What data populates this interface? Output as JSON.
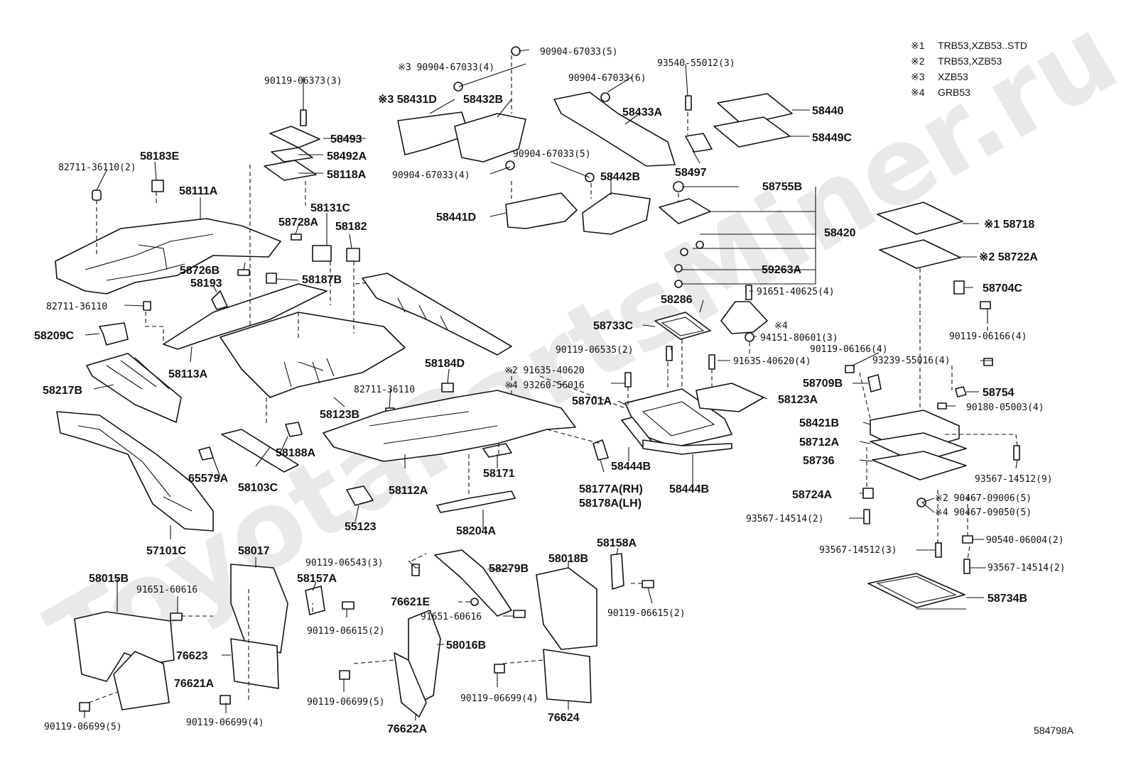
{
  "watermark": "ToyotaPartsMiner.ru",
  "figure_code": "584798A",
  "notes": [
    {
      "mark": "※1",
      "text": "TRB53,XZB53..STD"
    },
    {
      "mark": "※2",
      "text": "TRB53,XZB53"
    },
    {
      "mark": "※3",
      "text": "XZB53"
    },
    {
      "mark": "※4",
      "text": "GRB53"
    }
  ],
  "labels": {
    "l58111A": "58111A",
    "l58183E": "58183E",
    "l82711_2": "82711-36110(2)",
    "l90119_06373": "90119-06373(3)",
    "l58493": "58493",
    "l58492A": "58492A",
    "l58118A": "58118A",
    "l58431D": "※3 58431D",
    "l58432B": "58432B",
    "l90904_top": "90904-67033(5)",
    "l90904_3_4": "※3 90904-67033(4)",
    "l90904_6": "90904-67033(6)",
    "l93540": "93540-55012(3)",
    "l58433A": "58433A",
    "l58440": "58440",
    "l58449C": "58449C",
    "l90904_5b": "90904-67033(5)",
    "l90904_4b": "90904-67033(4)",
    "l58442B": "58442B",
    "l58497": "58497",
    "l58755B": "58755B",
    "l58441D": "58441D",
    "l58420": "58420",
    "l58718": "※1 58718",
    "l58722A": "※2 58722A",
    "l58131C": "58131C",
    "l58728A": "58728A",
    "l58182": "58182",
    "l58726B": "58726B",
    "l58187B": "58187B",
    "l58193": "58193",
    "l59263A": "59263A",
    "l82711_b": "82711-36110",
    "l58209C": "58209C",
    "l58113A": "58113A",
    "l58217B": "58217B",
    "l58286": "58286",
    "l91651_40625": "91651-40625(4)",
    "l58704C": "58704C",
    "l58733C": "58733C",
    "l94151_mark": "※4",
    "l94151": "94151-80601(3)",
    "l90119_06166_a": "90119-06166(4)",
    "l90119_06535": "90119-06535(2)",
    "l90119_06166_b": "90119-06166(4)",
    "l58184D": "58184D",
    "l91635_40620_2": "※2 91635-40620",
    "l91635_40620_4": "91635-40620(4)",
    "l93239": "93239-55016(4)",
    "l93260": "※4 93260-56016",
    "l58709B": "58709B",
    "l82711_c": "82711-36110",
    "l58701A": "58701A",
    "l58123A": "58123A",
    "l58754": "58754",
    "l58123B": "58123B",
    "l90180": "90180-05003(4)",
    "l58421B": "58421B",
    "l58712A": "58712A",
    "l58188A": "58188A",
    "l58736": "58736",
    "l58444B_a": "58444B",
    "l65579A": "65579A",
    "l58103C": "58103C",
    "l58171": "58171",
    "l58112A": "58112A",
    "l58177A": "58177A(RH)",
    "l58178A": "58178A(LH)",
    "l58444B_b": "58444B",
    "l93567_14512_9": "93567-14512(9)",
    "l58724A": "58724A",
    "l90467_09006": "※2 90467-09006(5)",
    "l90467_09050": "※4 90467-09050(5)",
    "l93567_14514_2a": "93567-14514(2)",
    "l55123": "55123",
    "l58204A": "58204A",
    "l57101C": "57101C",
    "l90540": "90540-06004(2)",
    "l93567_14512_3": "93567-14512(3)",
    "l93567_14514_2b": "93567-14514(2)",
    "l58017": "58017",
    "l90119_06543": "90119-06543(3)",
    "l58158A": "58158A",
    "l58279B": "58279B",
    "l58018B": "58018B",
    "l58015B": "58015B",
    "l58157A": "58157A",
    "l91651_60616_a": "91651-60616",
    "l76621E": "76621E",
    "l91651_60616_b": "91651-60616",
    "l90119_06615_a": "90119-06615(2)",
    "l90119_06615_b": "90119-06615(2)",
    "l58734B": "58734B",
    "l58016B": "58016B",
    "l76623": "76623",
    "l76621A": "76621A",
    "l90119_06699_5a": "90119-06699(5)",
    "l90119_06699_4a": "90119-06699(4)",
    "l90119_06699_5b": "90119-06699(5)",
    "l90119_06699_4b": "90119-06699(4)",
    "l76624": "76624",
    "l76622A": "76622A"
  }
}
